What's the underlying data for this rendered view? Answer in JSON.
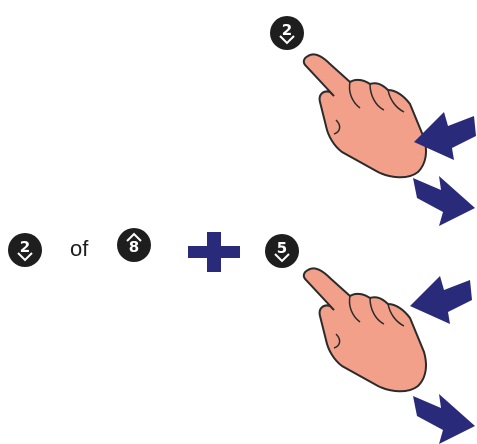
{
  "keys": [
    {
      "digit": "2",
      "direction": "down",
      "icon": "key-2-down-icon"
    },
    {
      "digit": "2",
      "direction": "down",
      "icon": "key-2-down-icon"
    },
    {
      "digit": "8",
      "direction": "up",
      "icon": "key-8-up-icon"
    },
    {
      "digit": "5",
      "direction": "down",
      "icon": "key-5-down-icon"
    }
  ],
  "connector_word": "of",
  "icons": {
    "hand": "pointing-hand-icon",
    "arrow_in": "arrow-in-icon",
    "arrow_out": "arrow-out-icon",
    "plus": "plus-icon"
  },
  "colors": {
    "key_fill": "#1e1e1e",
    "arrow": "#2a2a7a",
    "plus": "#2a2a7a",
    "skin": "#f2a08a",
    "skin_outline": "#2b2b2b"
  }
}
